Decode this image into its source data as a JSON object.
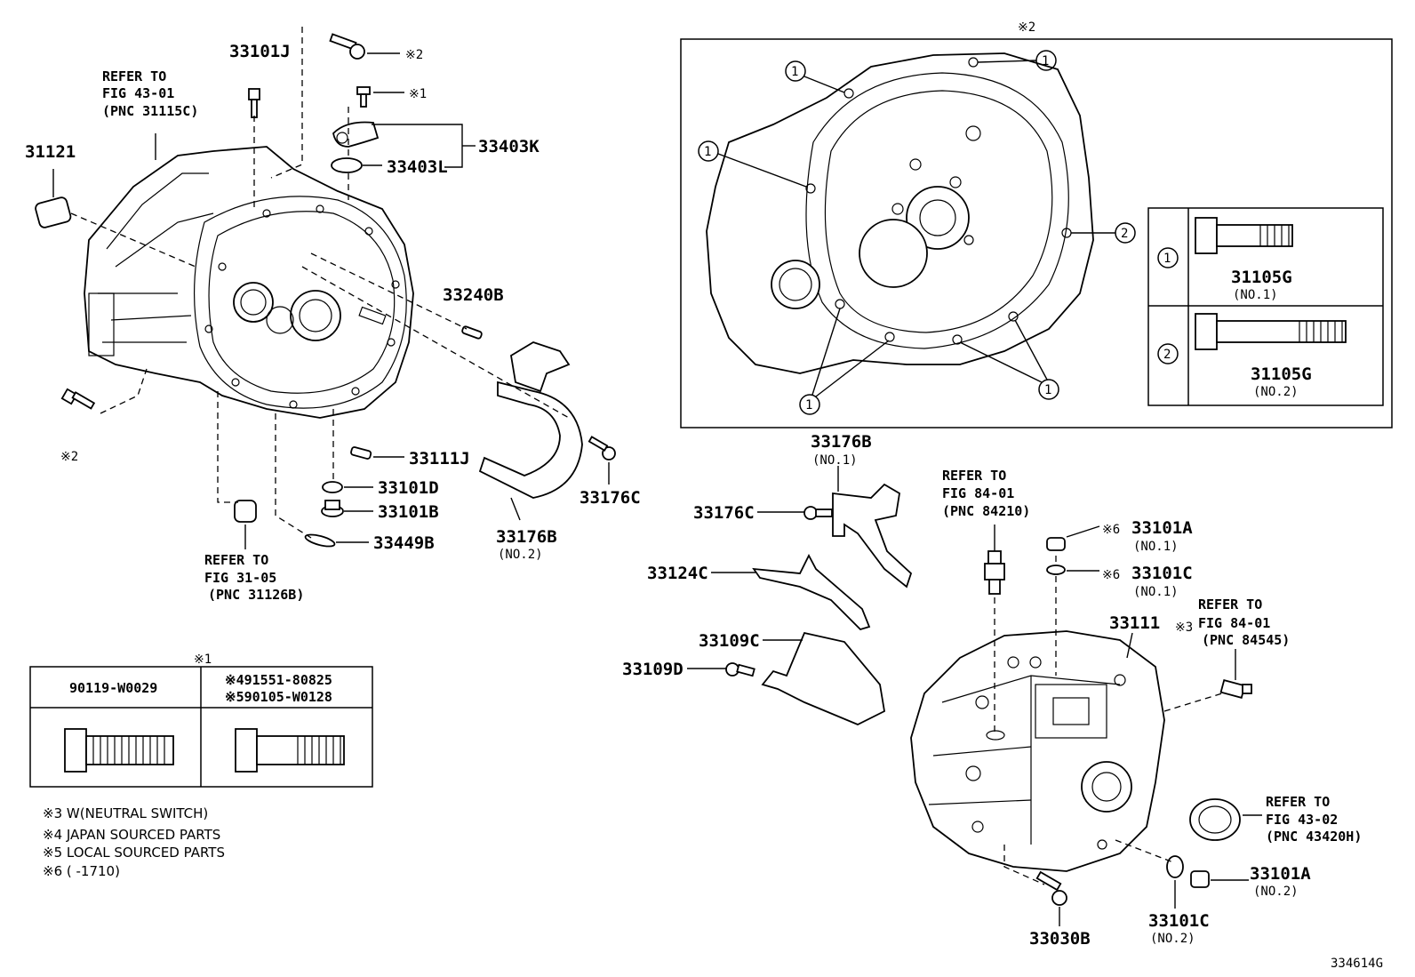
{
  "labels": {
    "p33101J": "33101J",
    "p31121": "31121",
    "p33403K": "33403K",
    "p33403L": "33403L",
    "p33240B": "33240B",
    "p33111J": "33111J",
    "p33101D": "33101D",
    "p33101B": "33101B",
    "p33449B": "33449B",
    "p33176C_top": "33176C",
    "p33176B_no2": "33176B",
    "p33176B_no1": "33176B",
    "p33176C_mid": "33176C",
    "p33124C": "33124C",
    "p33109C": "33109C",
    "p33109D": "33109D",
    "p33101A_no1": "33101A",
    "p33101C_no1": "33101C",
    "p33111": "33111",
    "p33101A_no2": "33101A",
    "p33101C_no2": "33101C",
    "p33030B": "33030B",
    "p31105G_no1": "31105G",
    "p31105G_no2": "31105G",
    "no1": "(NO.1)",
    "no2": "(NO.2)",
    "mark1": "※1",
    "mark2": "※2",
    "mark3": "※3",
    "mark6": "※6",
    "circle1": "1",
    "circle2": "2"
  },
  "refs": {
    "r1": [
      "REFER TO",
      "FIG 43-01",
      "(PNC 31115C)"
    ],
    "r2": [
      "REFER TO",
      "FIG 31-05",
      "(PNC 31126B)"
    ],
    "r3": [
      "REFER TO",
      "FIG 84-01",
      "(PNC 84210)"
    ],
    "r4": [
      "REFER TO",
      "FIG 84-01",
      "(PNC 84545)"
    ],
    "r5": [
      "REFER TO",
      "FIG 43-02",
      "(PNC 43420H)"
    ]
  },
  "table": {
    "col1": "90119-W0029",
    "col2_line1": "※491551-80825",
    "col2_line2": "※590105-W0128"
  },
  "notes": [
    "※3 W(NEUTRAL SWITCH)",
    "※4 JAPAN SOURCED PARTS",
    "※5 LOCAL SOURCED PARTS",
    "※6 (      -1710)"
  ],
  "figure_id": "334614G"
}
